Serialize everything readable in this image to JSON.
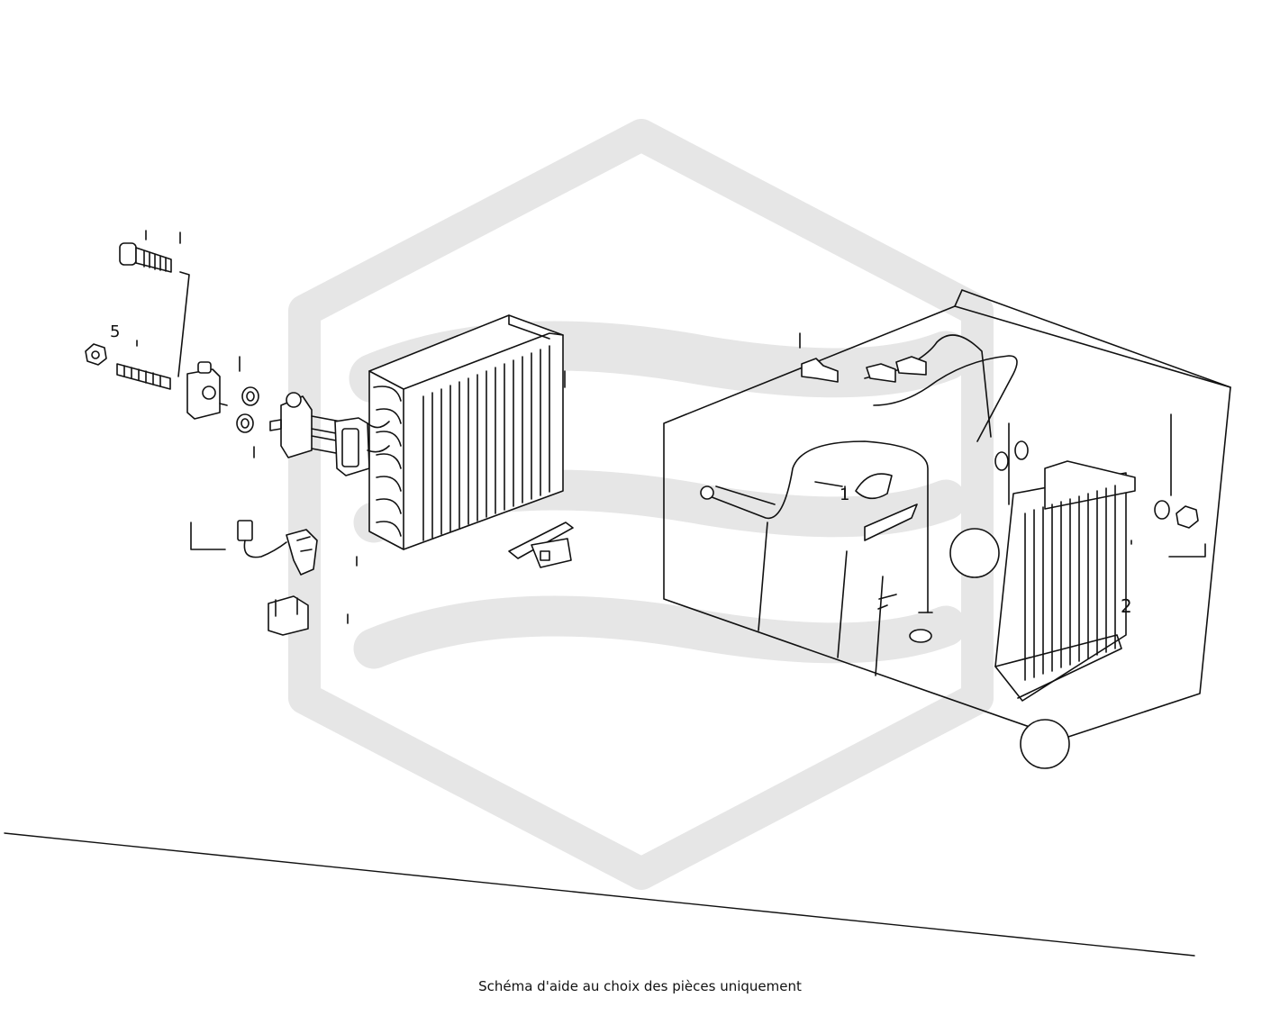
{
  "diagram": {
    "callouts": {
      "c1": "1",
      "c2": "2",
      "c5": "5"
    },
    "caption": "Schéma d'aide au choix des pièces uniquement",
    "watermark": "logo",
    "colors": {
      "line": "#111111",
      "watermark": "#e6e6e6",
      "background": "#ffffff"
    }
  }
}
